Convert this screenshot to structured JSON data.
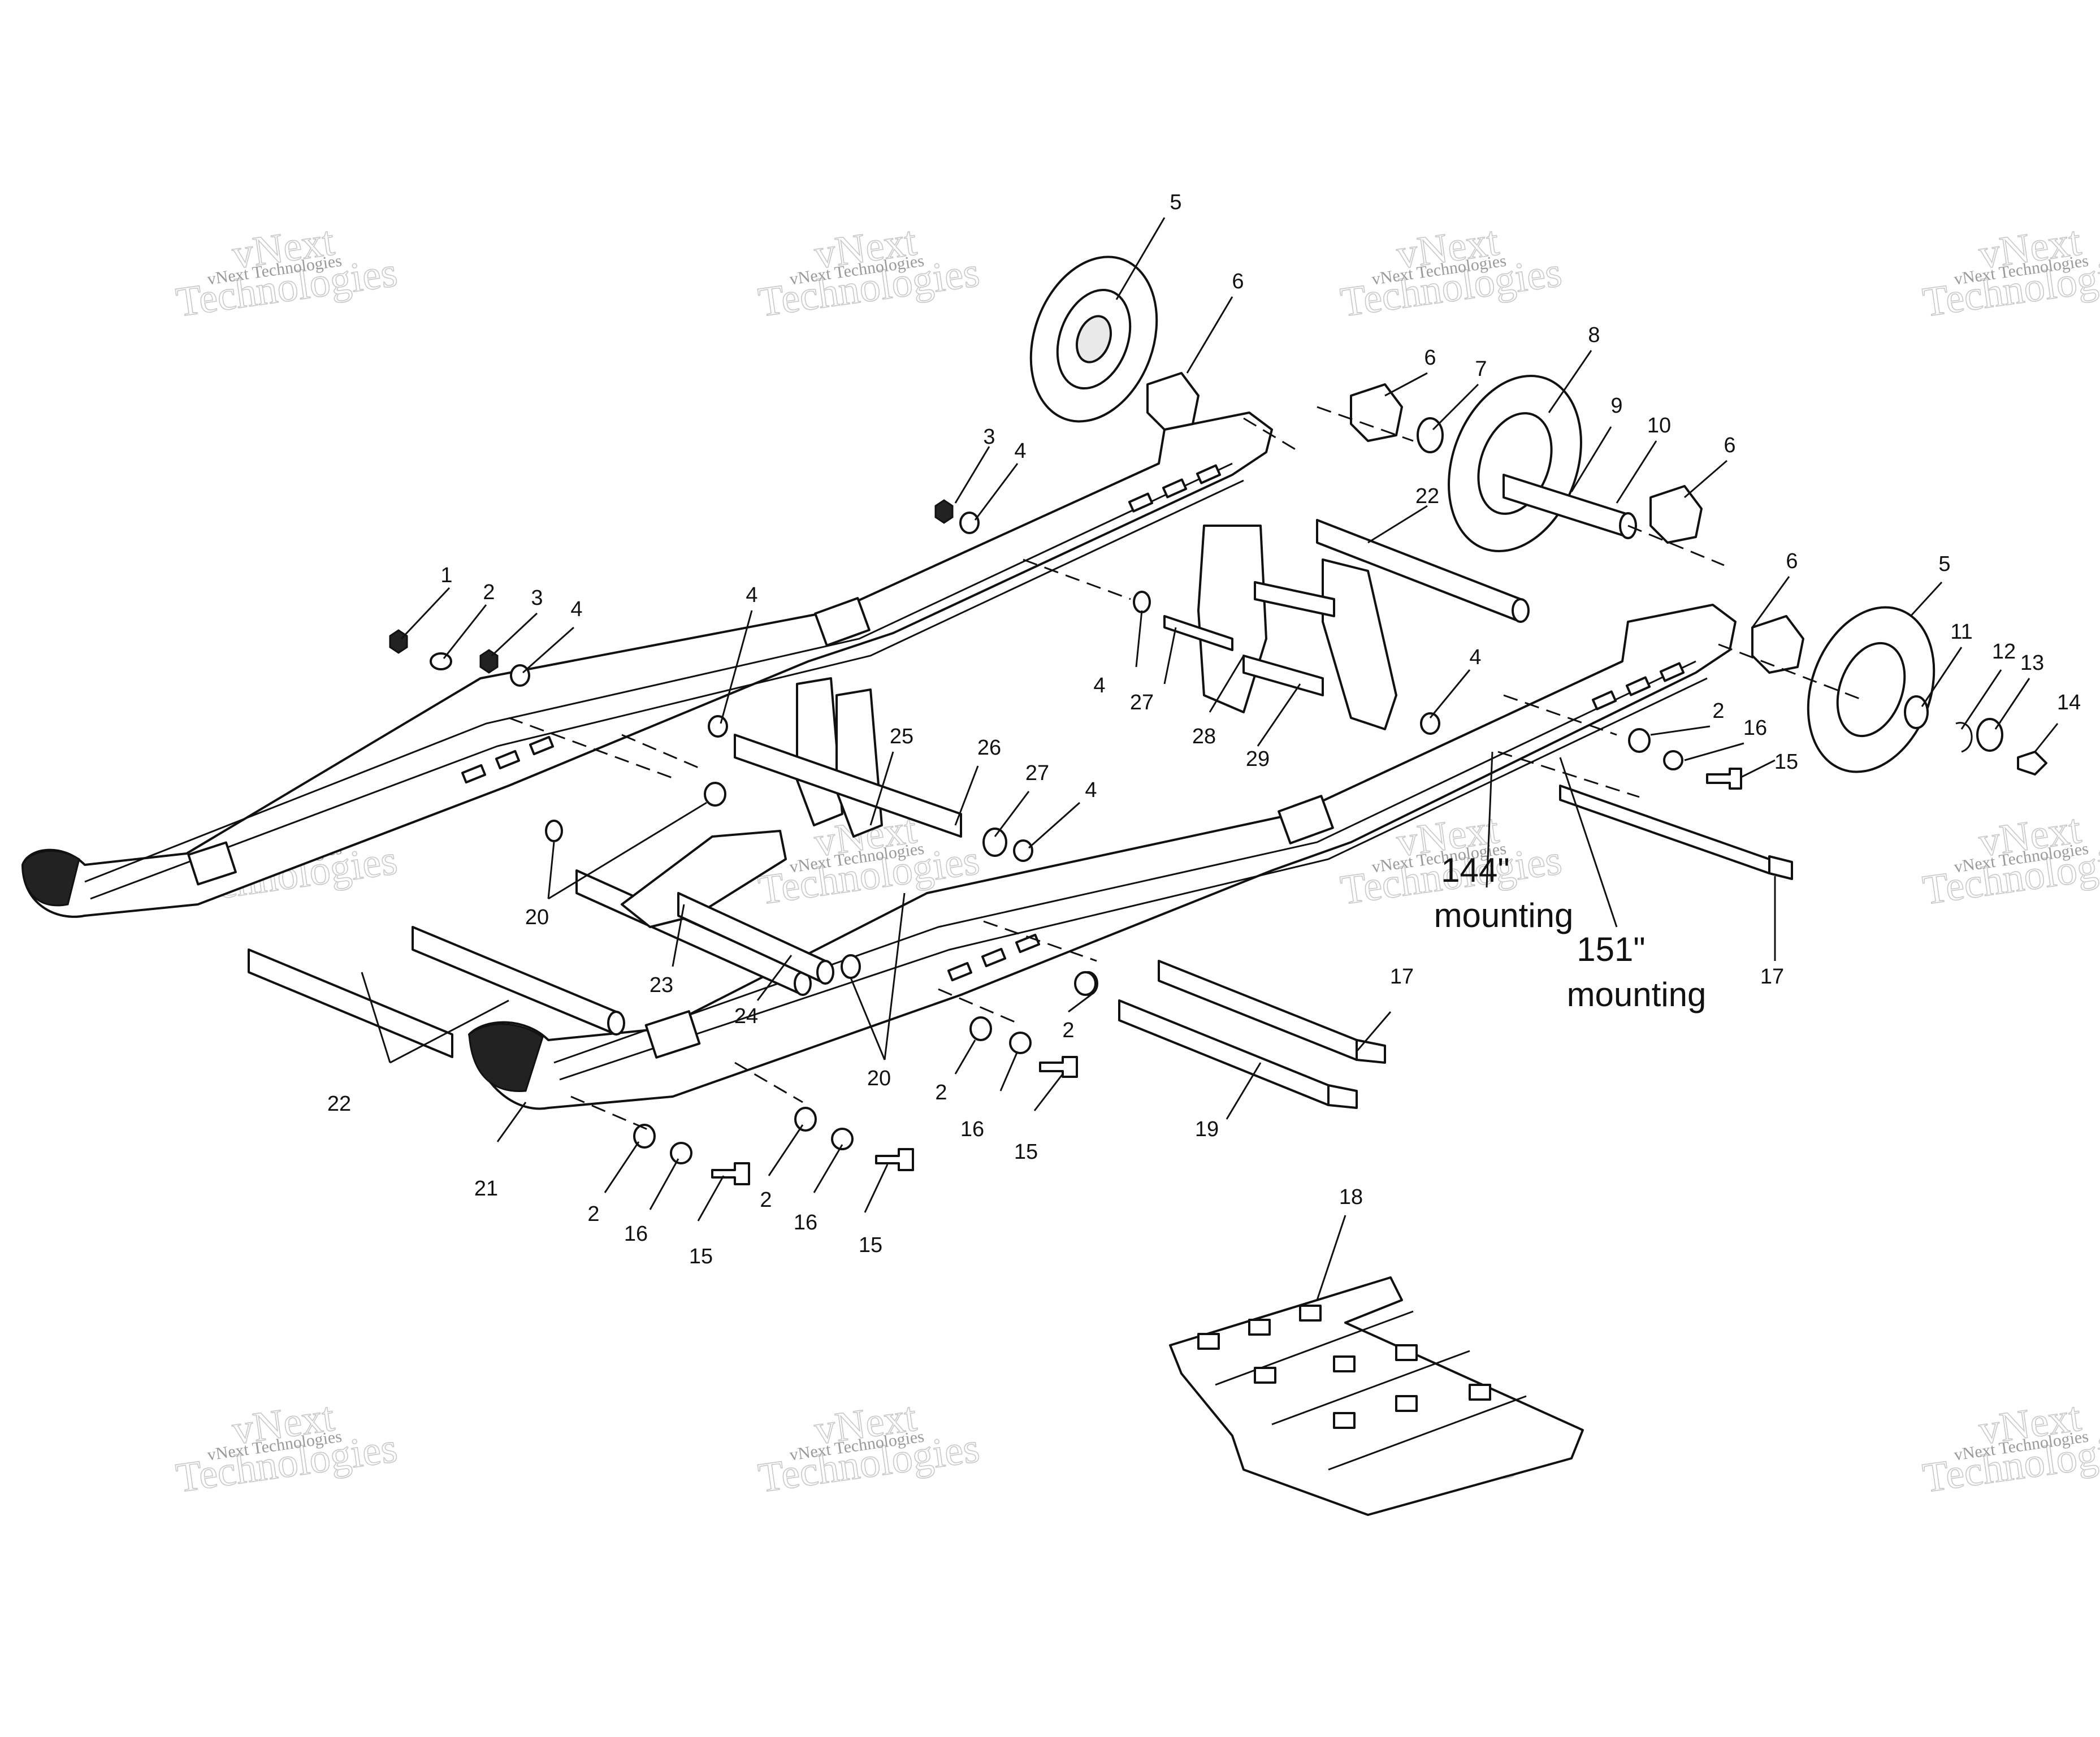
{
  "watermark": {
    "line1": "vNext Technologies",
    "line2": "vNext",
    "line3": "Technologies"
  },
  "mounting_labels": {
    "m144": "144\"",
    "m151": "151\"",
    "word": "mounting"
  },
  "callouts": [
    {
      "id": "c5a",
      "text": "5"
    },
    {
      "id": "c6a",
      "text": "6"
    },
    {
      "id": "c6b",
      "text": "6"
    },
    {
      "id": "c7",
      "text": "7"
    },
    {
      "id": "c8",
      "text": "8"
    },
    {
      "id": "c9",
      "text": "9"
    },
    {
      "id": "c10",
      "text": "10"
    },
    {
      "id": "c6c",
      "text": "6"
    },
    {
      "id": "c6d",
      "text": "6"
    },
    {
      "id": "c5b",
      "text": "5"
    },
    {
      "id": "c11",
      "text": "11"
    },
    {
      "id": "c12",
      "text": "12"
    },
    {
      "id": "c13",
      "text": "13"
    },
    {
      "id": "c14",
      "text": "14"
    },
    {
      "id": "c3a",
      "text": "3"
    },
    {
      "id": "c4a",
      "text": "4"
    },
    {
      "id": "c22a",
      "text": "22"
    },
    {
      "id": "c1",
      "text": "1"
    },
    {
      "id": "c2a",
      "text": "2"
    },
    {
      "id": "c3b",
      "text": "3"
    },
    {
      "id": "c4b",
      "text": "4"
    },
    {
      "id": "c4c",
      "text": "4"
    },
    {
      "id": "c4d",
      "text": "4"
    },
    {
      "id": "c27a",
      "text": "27"
    },
    {
      "id": "c28",
      "text": "28"
    },
    {
      "id": "c29",
      "text": "29"
    },
    {
      "id": "c4e",
      "text": "4"
    },
    {
      "id": "c2b",
      "text": "2"
    },
    {
      "id": "c16a",
      "text": "16"
    },
    {
      "id": "c15a",
      "text": "15"
    },
    {
      "id": "c25",
      "text": "25"
    },
    {
      "id": "c26",
      "text": "26"
    },
    {
      "id": "c27b",
      "text": "27"
    },
    {
      "id": "c4f",
      "text": "4"
    },
    {
      "id": "c20a",
      "text": "20"
    },
    {
      "id": "c23",
      "text": "23"
    },
    {
      "id": "c24",
      "text": "24"
    },
    {
      "id": "c17a",
      "text": "17"
    },
    {
      "id": "c17b",
      "text": "17"
    },
    {
      "id": "c2c",
      "text": "2"
    },
    {
      "id": "c2d",
      "text": "2"
    },
    {
      "id": "c16b",
      "text": "16"
    },
    {
      "id": "c15b",
      "text": "15"
    },
    {
      "id": "c19",
      "text": "19"
    },
    {
      "id": "c20b",
      "text": "20"
    },
    {
      "id": "c22b",
      "text": "22"
    },
    {
      "id": "c21",
      "text": "21"
    },
    {
      "id": "c2e",
      "text": "2"
    },
    {
      "id": "c16c",
      "text": "16"
    },
    {
      "id": "c15c",
      "text": "15"
    },
    {
      "id": "c2f",
      "text": "2"
    },
    {
      "id": "c16d",
      "text": "16"
    },
    {
      "id": "c15d",
      "text": "15"
    },
    {
      "id": "c18",
      "text": "18"
    }
  ]
}
